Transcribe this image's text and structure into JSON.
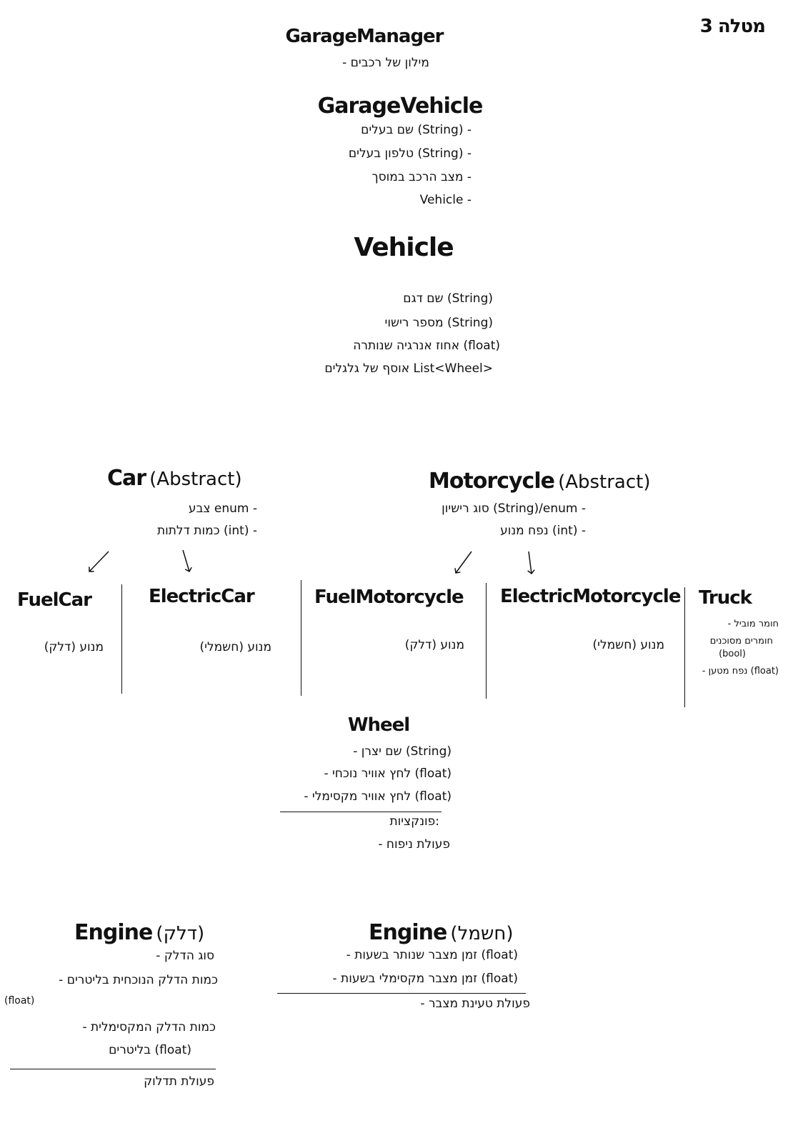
{
  "header": {
    "note": "מטלה 3"
  },
  "garage_manager": {
    "title": "GarageManager",
    "attrs": [
      "- מילון של רכבים"
    ]
  },
  "garage_vehicle": {
    "title": "GarageVehicle",
    "attrs": [
      "שם בעלים (String) -",
      "טלפון בעלים (String) -",
      "מצב הרכב במוסך -",
      "Vehicle -"
    ]
  },
  "vehicle": {
    "title": "Vehicle",
    "attrs": [
      "שם דגם (String)",
      "מספר רישוי (String)",
      "אחוז אנרגיה שנותרה (float)",
      "אוסף של גלגלים List<Wheel>"
    ]
  },
  "car": {
    "title": "Car",
    "abstract": "(Abstract)",
    "attrs": [
      "צבע enum -",
      "כמות דלתות (int) -"
    ]
  },
  "motorcycle": {
    "title": "Motorcycle",
    "abstract": "(Abstract)",
    "attrs": [
      "סוג רישיון (String)/enum -",
      "נפח מנוע (int) -"
    ]
  },
  "subclasses": [
    {
      "title": "FuelCar",
      "attr": "מנוע (דלק)"
    },
    {
      "title": "ElectricCar",
      "attr": "מנוע (חשמלי)"
    },
    {
      "title": "FuelMotorcycle",
      "attr": "מנוע (דלק)"
    },
    {
      "title": "ElectricMotorcycle",
      "attr": "מנוע (חשמלי)"
    },
    {
      "title": "Truck",
      "attrs": [
        "- חומר מוביל",
        "חומרים מסוכנים",
        "(bool)",
        "- נפח מטען (float)"
      ]
    }
  ],
  "wheel": {
    "title": "Wheel",
    "attrs": [
      "- שם יצרן (String)",
      "- לחץ אוויר נוכחי (float)",
      "- לחץ אוויר מקסימלי (float)"
    ],
    "functions_label": "פונקציות:",
    "functions": [
      "- פעולת ניפוח"
    ]
  },
  "engine_fuel": {
    "title": "Engine",
    "qualifier": "(דלק)",
    "attrs": [
      "- סוג הדלק",
      "- כמות הדלק הנוכחית בליטרים",
      "(float)",
      "- כמות הדלק המקסימלית",
      "בליטרים (float)"
    ],
    "functions": [
      "פעולת תדלוק"
    ]
  },
  "engine_electric": {
    "title": "Engine",
    "qualifier": "(חשמל)",
    "attrs": [
      "- זמן מצבר שנותר בשעות (float)",
      "- זמן מצבר מקסימלי בשעות (float)"
    ],
    "functions": [
      "- פעולת טעינת מצבר"
    ]
  }
}
